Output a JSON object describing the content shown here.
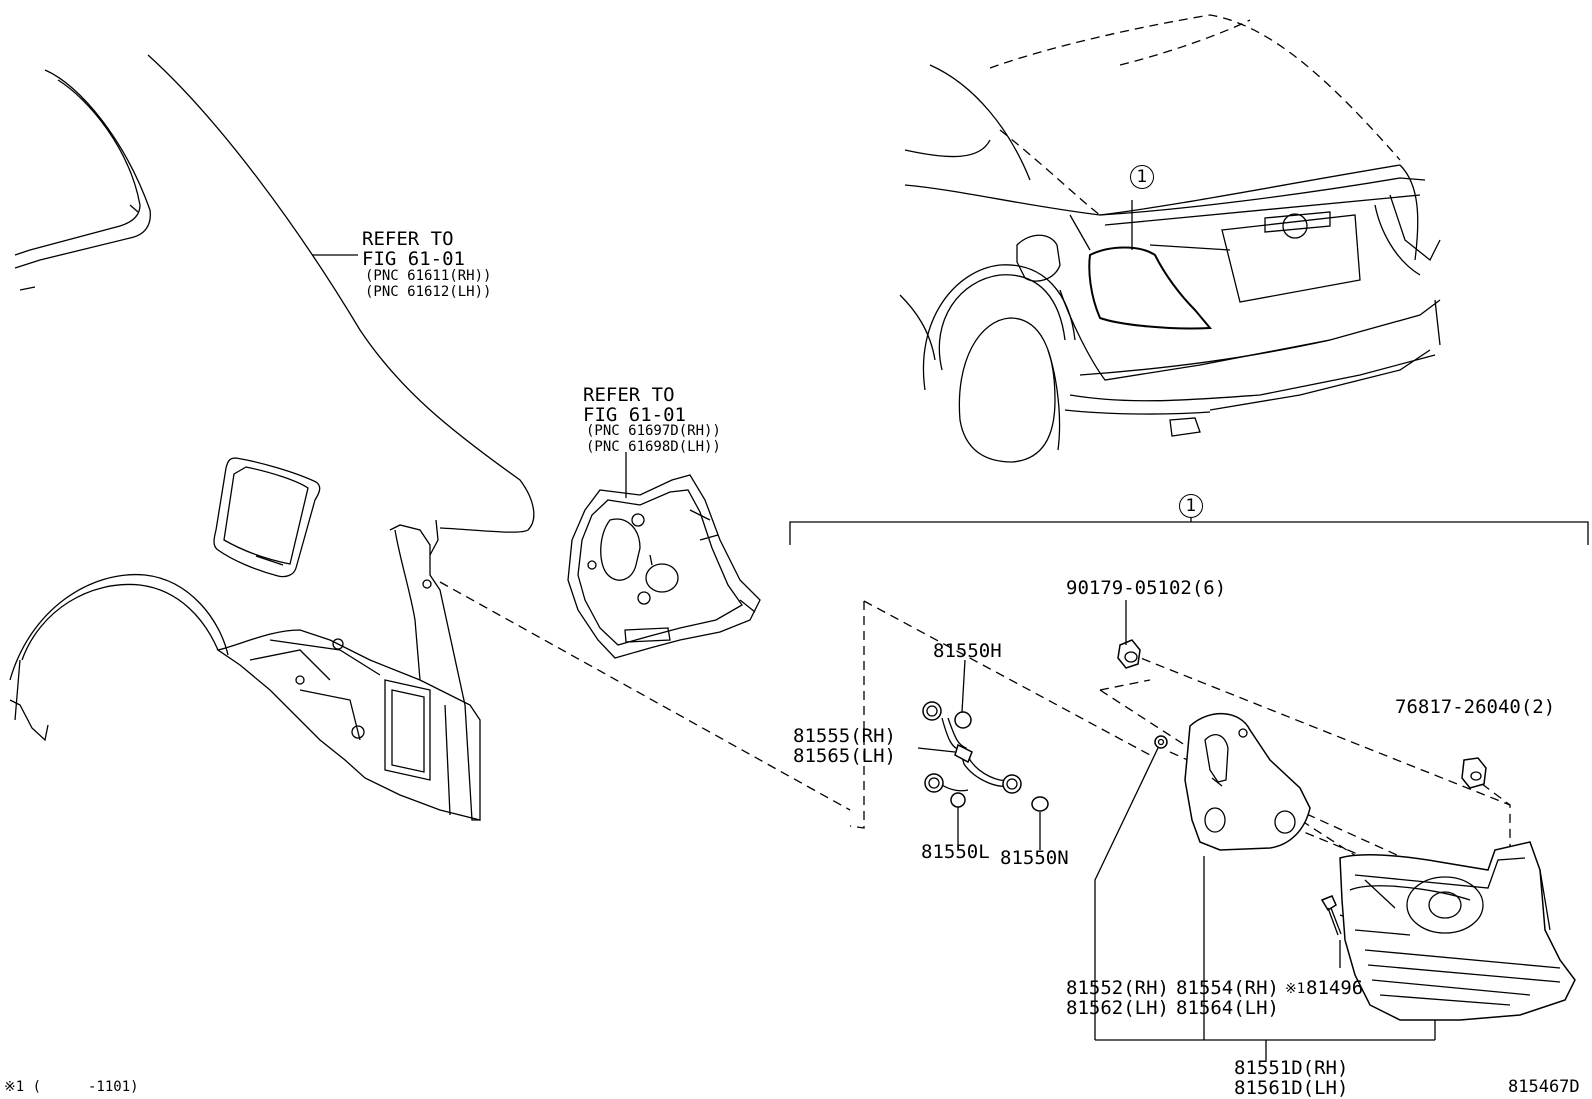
{
  "refs": {
    "quarter_panel": {
      "line1": "REFER TO",
      "line2": "FIG 61-01",
      "line3": "(PNC 61611(RH))",
      "line4": "(PNC 61612(LH))"
    },
    "inner_panel": {
      "line1": "REFER TO",
      "line2": "FIG 61-01",
      "line3": "(PNC 61697D(RH))",
      "line4": "(PNC 61698D(LH))"
    }
  },
  "callouts": {
    "vehicle_marker": "1",
    "assembly_marker": "1"
  },
  "parts": {
    "nut": "90179-05102(6)",
    "bulb_h": "81550H",
    "socket_rh": "81555(RH)",
    "socket_lh": "81565(LH)",
    "bulb_l": "81550L",
    "bulb_n": "81550N",
    "clip": "76817-26040(2)",
    "gasket_rh": "81552(RH)",
    "gasket_lh": "81562(LH)",
    "cover_rh": "81554(RH)",
    "cover_lh": "81564(LH)",
    "screw_note": "※1",
    "screw": "81496",
    "assy_rh": "81551D(RH)",
    "assy_lh": "81561D(LH)"
  },
  "footnote": {
    "mark": "※1 (",
    "range": "-1101)"
  },
  "figure_id": "815467D"
}
